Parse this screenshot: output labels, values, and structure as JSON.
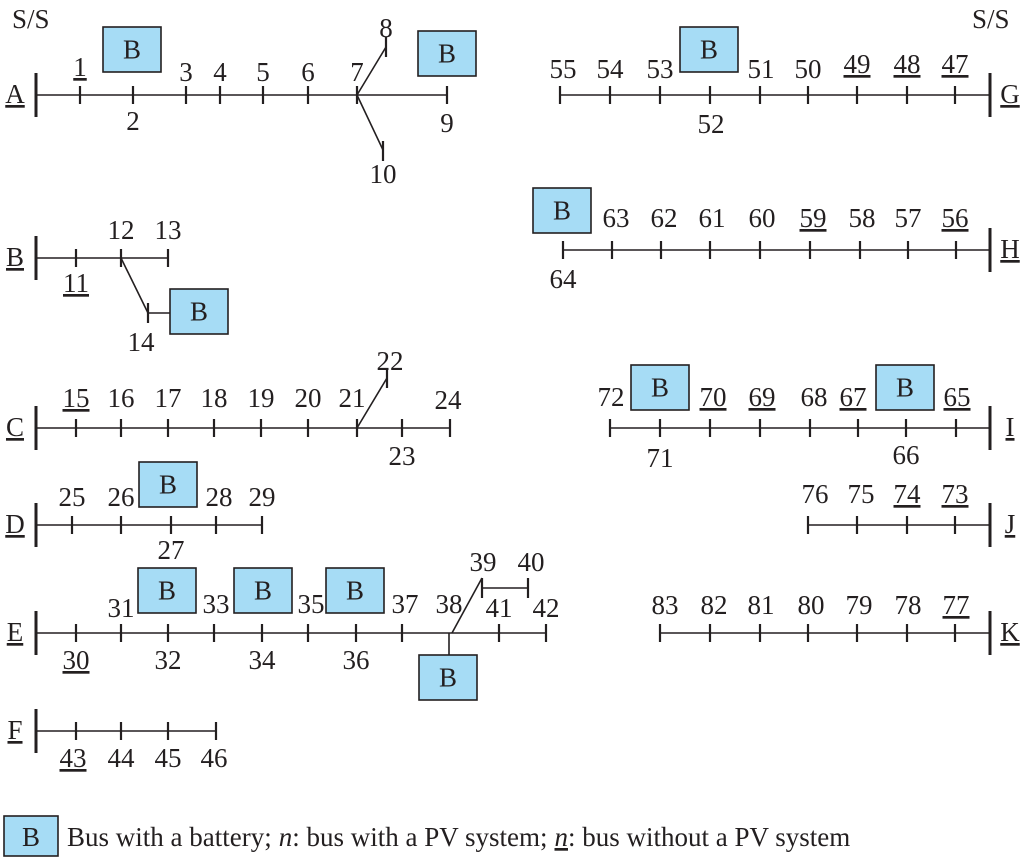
{
  "colors": {
    "line": "#231f20",
    "battery_fill": "#a6dcf5",
    "battery_stroke": "#231f20"
  },
  "substation_labels": {
    "left": "S/S",
    "right": "S/S"
  },
  "feeders": [
    {
      "id": "A",
      "label": "A"
    },
    {
      "id": "B",
      "label": "B"
    },
    {
      "id": "C",
      "label": "C"
    },
    {
      "id": "D",
      "label": "D"
    },
    {
      "id": "E",
      "label": "E"
    },
    {
      "id": "F",
      "label": "F"
    },
    {
      "id": "G",
      "label": "G"
    },
    {
      "id": "H",
      "label": "H"
    },
    {
      "id": "I",
      "label": "I"
    },
    {
      "id": "J",
      "label": "J"
    },
    {
      "id": "K",
      "label": "K"
    }
  ],
  "buses": [
    {
      "n": "1",
      "feeder": "A",
      "underline": true,
      "battery": false
    },
    {
      "n": "2",
      "feeder": "A",
      "underline": false,
      "battery": true
    },
    {
      "n": "3",
      "feeder": "A",
      "underline": false,
      "battery": false
    },
    {
      "n": "4",
      "feeder": "A",
      "underline": false,
      "battery": false
    },
    {
      "n": "5",
      "feeder": "A",
      "underline": false,
      "battery": false
    },
    {
      "n": "6",
      "feeder": "A",
      "underline": false,
      "battery": false
    },
    {
      "n": "7",
      "feeder": "A",
      "underline": false,
      "battery": false
    },
    {
      "n": "8",
      "feeder": "A",
      "underline": false,
      "battery": false
    },
    {
      "n": "9",
      "feeder": "A",
      "underline": false,
      "battery": true
    },
    {
      "n": "10",
      "feeder": "A",
      "underline": false,
      "battery": false
    },
    {
      "n": "11",
      "feeder": "B",
      "underline": true,
      "battery": false
    },
    {
      "n": "12",
      "feeder": "B",
      "underline": false,
      "battery": false
    },
    {
      "n": "13",
      "feeder": "B",
      "underline": false,
      "battery": false
    },
    {
      "n": "14",
      "feeder": "B",
      "underline": false,
      "battery": true
    },
    {
      "n": "15",
      "feeder": "C",
      "underline": true,
      "battery": false
    },
    {
      "n": "16",
      "feeder": "C",
      "underline": false,
      "battery": false
    },
    {
      "n": "17",
      "feeder": "C",
      "underline": false,
      "battery": false
    },
    {
      "n": "18",
      "feeder": "C",
      "underline": false,
      "battery": false
    },
    {
      "n": "19",
      "feeder": "C",
      "underline": false,
      "battery": false
    },
    {
      "n": "20",
      "feeder": "C",
      "underline": false,
      "battery": false
    },
    {
      "n": "21",
      "feeder": "C",
      "underline": false,
      "battery": false
    },
    {
      "n": "22",
      "feeder": "C",
      "underline": false,
      "battery": false
    },
    {
      "n": "23",
      "feeder": "C",
      "underline": false,
      "battery": false
    },
    {
      "n": "24",
      "feeder": "C",
      "underline": false,
      "battery": false
    },
    {
      "n": "25",
      "feeder": "D",
      "underline": false,
      "battery": false
    },
    {
      "n": "26",
      "feeder": "D",
      "underline": false,
      "battery": false
    },
    {
      "n": "27",
      "feeder": "D",
      "underline": false,
      "battery": true
    },
    {
      "n": "28",
      "feeder": "D",
      "underline": false,
      "battery": false
    },
    {
      "n": "29",
      "feeder": "D",
      "underline": false,
      "battery": false
    },
    {
      "n": "30",
      "feeder": "E",
      "underline": true,
      "battery": false
    },
    {
      "n": "31",
      "feeder": "E",
      "underline": false,
      "battery": false
    },
    {
      "n": "32",
      "feeder": "E",
      "underline": false,
      "battery": true
    },
    {
      "n": "33",
      "feeder": "E",
      "underline": false,
      "battery": false
    },
    {
      "n": "34",
      "feeder": "E",
      "underline": false,
      "battery": true
    },
    {
      "n": "35",
      "feeder": "E",
      "underline": false,
      "battery": false
    },
    {
      "n": "36",
      "feeder": "E",
      "underline": false,
      "battery": true
    },
    {
      "n": "37",
      "feeder": "E",
      "underline": false,
      "battery": false
    },
    {
      "n": "38",
      "feeder": "E",
      "underline": false,
      "battery": true
    },
    {
      "n": "39",
      "feeder": "E",
      "underline": false,
      "battery": false
    },
    {
      "n": "40",
      "feeder": "E",
      "underline": false,
      "battery": false
    },
    {
      "n": "41",
      "feeder": "E",
      "underline": false,
      "battery": false
    },
    {
      "n": "42",
      "feeder": "E",
      "underline": false,
      "battery": false
    },
    {
      "n": "43",
      "feeder": "F",
      "underline": true,
      "battery": false
    },
    {
      "n": "44",
      "feeder": "F",
      "underline": false,
      "battery": false
    },
    {
      "n": "45",
      "feeder": "F",
      "underline": false,
      "battery": false
    },
    {
      "n": "46",
      "feeder": "F",
      "underline": false,
      "battery": false
    },
    {
      "n": "47",
      "feeder": "G",
      "underline": true,
      "battery": false
    },
    {
      "n": "48",
      "feeder": "G",
      "underline": true,
      "battery": false
    },
    {
      "n": "49",
      "feeder": "G",
      "underline": true,
      "battery": false
    },
    {
      "n": "50",
      "feeder": "G",
      "underline": false,
      "battery": false
    },
    {
      "n": "51",
      "feeder": "G",
      "underline": false,
      "battery": false
    },
    {
      "n": "52",
      "feeder": "G",
      "underline": false,
      "battery": true
    },
    {
      "n": "53",
      "feeder": "G",
      "underline": false,
      "battery": false
    },
    {
      "n": "54",
      "feeder": "G",
      "underline": false,
      "battery": false
    },
    {
      "n": "55",
      "feeder": "G",
      "underline": false,
      "battery": false
    },
    {
      "n": "56",
      "feeder": "H",
      "underline": true,
      "battery": false
    },
    {
      "n": "57",
      "feeder": "H",
      "underline": false,
      "battery": false
    },
    {
      "n": "58",
      "feeder": "H",
      "underline": false,
      "battery": false
    },
    {
      "n": "59",
      "feeder": "H",
      "underline": true,
      "battery": false
    },
    {
      "n": "60",
      "feeder": "H",
      "underline": false,
      "battery": false
    },
    {
      "n": "61",
      "feeder": "H",
      "underline": false,
      "battery": false
    },
    {
      "n": "62",
      "feeder": "H",
      "underline": false,
      "battery": false
    },
    {
      "n": "63",
      "feeder": "H",
      "underline": false,
      "battery": false
    },
    {
      "n": "64",
      "feeder": "H",
      "underline": false,
      "battery": true
    },
    {
      "n": "65",
      "feeder": "I",
      "underline": true,
      "battery": false
    },
    {
      "n": "66",
      "feeder": "I",
      "underline": false,
      "battery": true
    },
    {
      "n": "67",
      "feeder": "I",
      "underline": true,
      "battery": false
    },
    {
      "n": "68",
      "feeder": "I",
      "underline": false,
      "battery": false
    },
    {
      "n": "69",
      "feeder": "I",
      "underline": true,
      "battery": false
    },
    {
      "n": "70",
      "feeder": "I",
      "underline": true,
      "battery": false
    },
    {
      "n": "71",
      "feeder": "I",
      "underline": false,
      "battery": true
    },
    {
      "n": "72",
      "feeder": "I",
      "underline": false,
      "battery": false
    },
    {
      "n": "73",
      "feeder": "J",
      "underline": true,
      "battery": false
    },
    {
      "n": "74",
      "feeder": "J",
      "underline": true,
      "battery": false
    },
    {
      "n": "75",
      "feeder": "J",
      "underline": false,
      "battery": false
    },
    {
      "n": "76",
      "feeder": "J",
      "underline": false,
      "battery": false
    },
    {
      "n": "77",
      "feeder": "K",
      "underline": true,
      "battery": false
    },
    {
      "n": "78",
      "feeder": "K",
      "underline": false,
      "battery": false
    },
    {
      "n": "79",
      "feeder": "K",
      "underline": false,
      "battery": false
    },
    {
      "n": "80",
      "feeder": "K",
      "underline": false,
      "battery": false
    },
    {
      "n": "81",
      "feeder": "K",
      "underline": false,
      "battery": false
    },
    {
      "n": "82",
      "feeder": "K",
      "underline": false,
      "battery": false
    },
    {
      "n": "83",
      "feeder": "K",
      "underline": false,
      "battery": false
    }
  ],
  "battery_label": "B",
  "legend": {
    "box_label": "B",
    "text1": "Bus with a battery;",
    "n_symbol": "n",
    "text2": ": bus with a PV system;",
    "n_underlined": "n",
    "text3": ": bus without a PV system"
  }
}
